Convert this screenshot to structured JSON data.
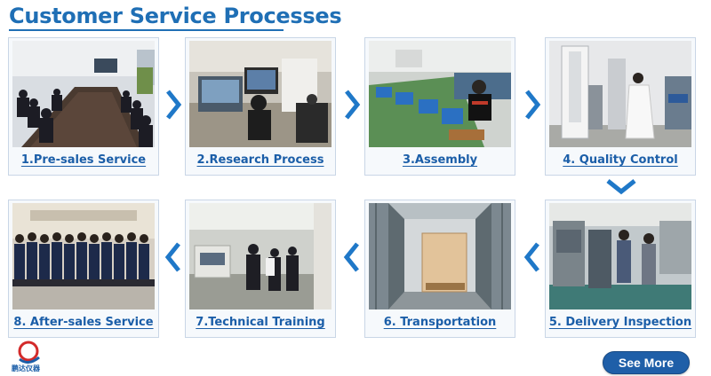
{
  "page": {
    "title": "Customer Service Processes"
  },
  "steps": [
    {
      "label": "1.Pre-sales Service",
      "photo": "meeting-room-photo"
    },
    {
      "label": "2.Research Process",
      "photo": "office-workstation-photo"
    },
    {
      "label": "3.Assembly",
      "photo": "assembly-line-photo"
    },
    {
      "label": "4. Quality Control",
      "photo": "lab-testing-photo"
    },
    {
      "label": "5. Delivery Inspection",
      "photo": "inspection-photo"
    },
    {
      "label": "6. Transportation",
      "photo": "shipping-container-photo"
    },
    {
      "label": "7.Technical Training",
      "photo": "training-workshop-photo"
    },
    {
      "label": "8. After-sales Service",
      "photo": "team-group-photo"
    }
  ],
  "cta": {
    "see_more": "See More"
  },
  "logo": {
    "text": "鹏达仪器"
  },
  "colors": {
    "accent": "#1f6fb5",
    "label": "#1b5ea8",
    "button": "#1f5fa8"
  }
}
